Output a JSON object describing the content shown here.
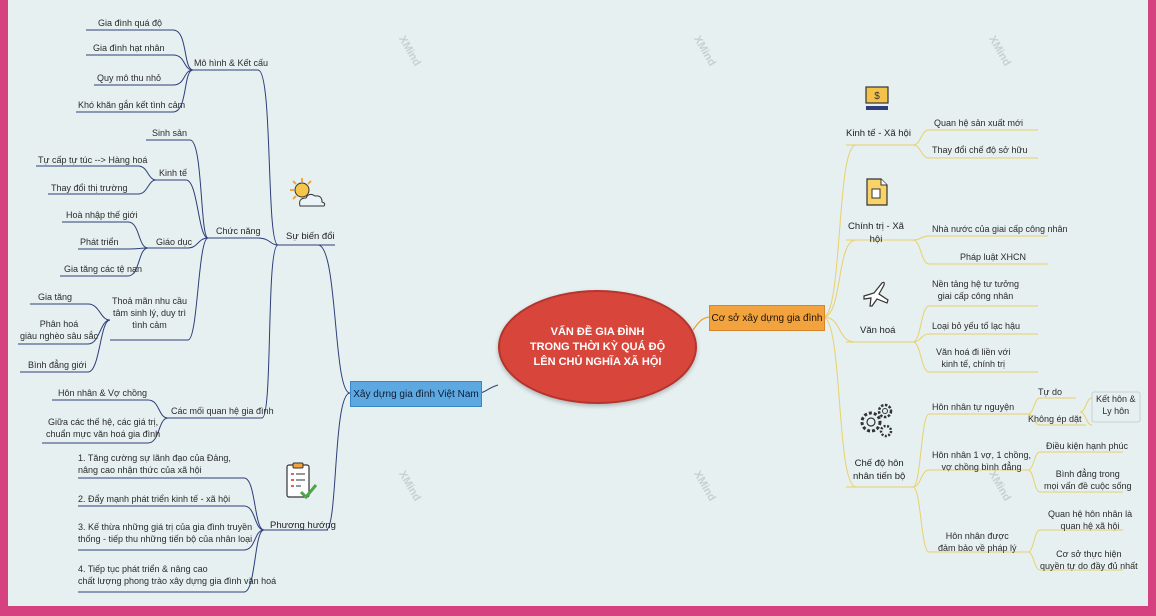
{
  "root": {
    "title_lines": [
      "VẤN ĐỀ GIA ĐÌNH",
      "TRONG THỜI KỲ QUÁ ĐỘ",
      "LÊN CHỦ NGHĨA XÃ HỘI"
    ]
  },
  "left_branch": {
    "label": "Xây dựng gia đình Việt Nam",
    "su_bien_doi": {
      "label": "Sự biến đổi",
      "mo_hinh": {
        "label": "Mô hình & Kết cấu",
        "items": [
          "Gia đình quá độ",
          "Gia đình hạt nhân",
          "Quy mô thu nhỏ",
          "Khó khăn gắn kết tình cảm"
        ]
      },
      "chuc_nang": {
        "label": "Chức năng",
        "sinh_san": "Sinh sản",
        "kinh_te": {
          "label": "Kinh tế",
          "items": [
            "Tự cấp tự túc --> Hàng hoá",
            "Thay đổi thị trường"
          ]
        },
        "giao_duc": {
          "label": "Giáo dục",
          "items": [
            "Hoà nhập thế giới",
            "Phát triển",
            "Gia tăng các tệ nạn"
          ]
        },
        "thoa_man": {
          "label_lines": [
            "Thoả mãn nhu cầu",
            "tâm sinh lý, duy trì",
            "tình cảm"
          ],
          "items": [
            "Gia tăng",
            "Phân hoá\ngiàu nghèo sâu sắc",
            "Bình đẳng giới"
          ]
        }
      },
      "quan_he": {
        "label": "Các mối quan hệ gia đình",
        "items": [
          "Hôn nhân & Vợ chồng",
          "Giữa các thế hệ, các giá trị,\nchuẩn mực văn hoá gia đình"
        ]
      }
    },
    "phuong_huong": {
      "label": "Phương hướng",
      "items": [
        "1. Tăng cường sự lãnh đạo của Đảng,\nnâng cao nhận thức của xã hội",
        "2. Đẩy mạnh phát triển kinh tế - xã hội",
        "3. Kế thừa những giá trị của gia đình truyền\nthống - tiếp thu những tiến bộ của nhân loại",
        "4. Tiếp tục phát triển & nâng cao\nchất lượng phong trào xây dựng gia đình văn hoá"
      ]
    }
  },
  "right_branch": {
    "label": "Cơ sở xây dựng gia đình",
    "kinh_te": {
      "label": "Kinh tế - Xã hội",
      "items": [
        "Quan hệ sản xuất mới",
        "Thay đổi chế độ sở hữu"
      ]
    },
    "chinh_tri": {
      "label": "Chính trị - Xã\nhội",
      "items": [
        "Nhà nước của giai cấp công nhân",
        "Pháp luật XHCN"
      ]
    },
    "van_hoa": {
      "label": "Văn hoá",
      "items": [
        "Nền tảng hệ tư tưởng\ngiai cấp công nhân",
        "Loại bỏ yếu tố lạc hậu",
        "Văn hoá đi liền với\nkinh tế, chính trị"
      ]
    },
    "che_do": {
      "label": "Chế độ hôn\nnhân tiến bộ",
      "tu_nguyen": {
        "label": "Hôn nhân tự nguyện",
        "tu_do": "Tự do",
        "khong_ep": "Không ép dặt",
        "ket_hon": "Kết hôn &\nLy hôn"
      },
      "mot_vo": {
        "label": "Hôn nhân 1 vợ, 1 chồng,\nvợ chồng bình đẳng",
        "items": [
          "Điều kiện hạnh phúc",
          "Bình đẳng trong\nmọi vấn đề cuộc sống"
        ]
      },
      "phap_ly": {
        "label": "Hôn nhân được\nđảm bảo về pháp lý",
        "items": [
          "Quan hệ hôn nhân là\nquan hệ xã hội",
          "Cơ sở thực hiện\nquyền tự do đầy đủ nhất"
        ]
      }
    }
  },
  "watermark": "XMind",
  "colors": {
    "left_link": "#2d3e7a",
    "right_link": "#e8d06a",
    "root": "#d7453b",
    "left_box": "#5ea8e2",
    "right_box": "#f3a33d",
    "frame": "#d6427f"
  }
}
